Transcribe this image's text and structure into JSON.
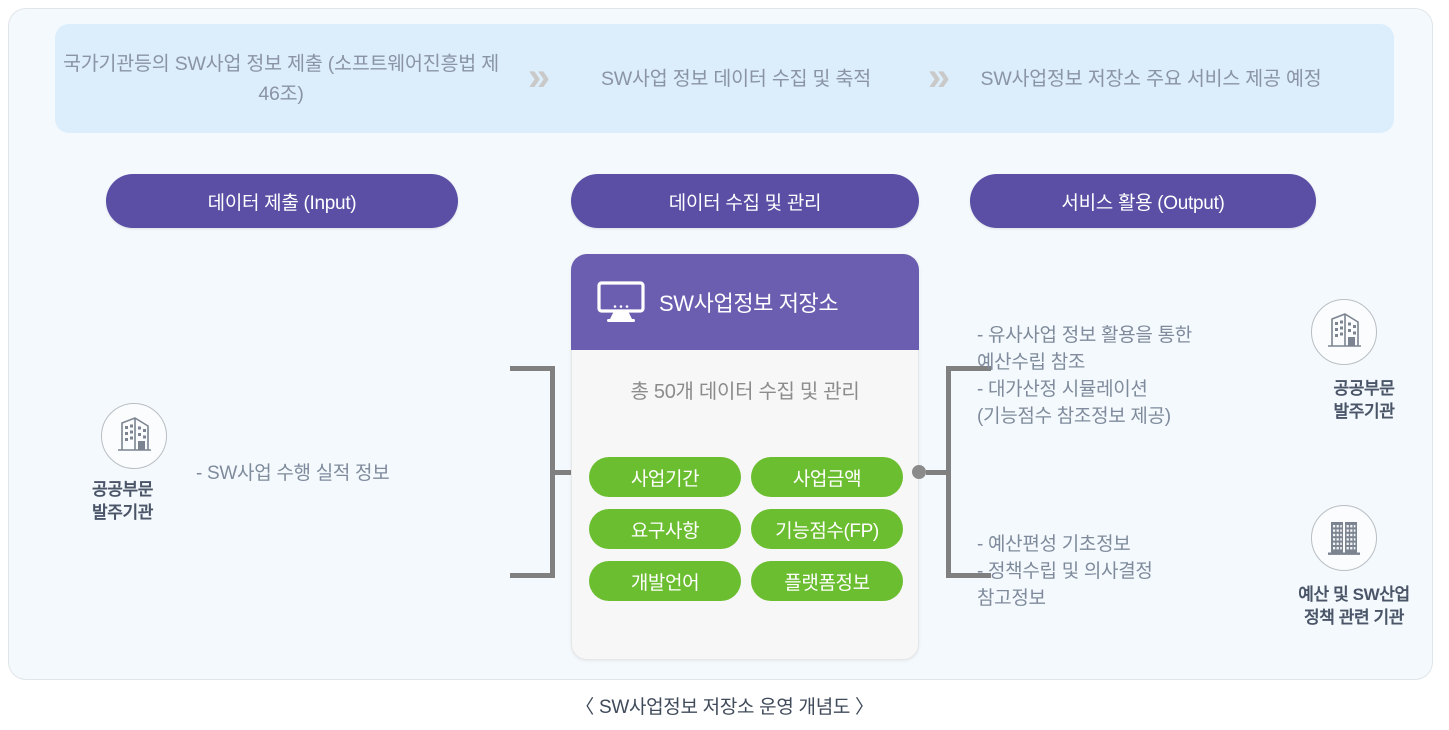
{
  "banner": {
    "steps": [
      "국가기관등의 SW사업 정보 제출\n(소프트웨어진흥법 제46조)",
      "SW사업 정보 데이터\n수집 및 축적",
      "SW사업정보 저장소\n주요 서비스 제공 예정"
    ],
    "arrow": "»"
  },
  "phases": [
    "데이터 제출 (Input)",
    "데이터 수집 및 관리",
    "서비스 활용 (Output)"
  ],
  "left": {
    "org_label": "공공부문\n발주기관",
    "note": "- SW사업 수행 실적 정보"
  },
  "card": {
    "title": "SW사업정보 저장소",
    "subtitle": "총 50개 데이터 수집 및 관리",
    "tags": [
      "사업기간",
      "사업금액",
      "요구사항",
      "기능점수(FP)",
      "개발언어",
      "플랫폼정보"
    ]
  },
  "right": {
    "note_top": "- 유사사업 정보 활용을 통한\n  예산수립 참조\n- 대가산정 시뮬레이션\n  (기능점수 참조정보 제공)",
    "note_bottom": "- 예산편성 기초정보\n- 정책수립 및 의사결정\n  참고정보",
    "org_top_label": "공공부문\n발주기관",
    "org_bottom_label": "예산 및 SW산업\n정책 관련 기관"
  },
  "caption": "〈 SW사업정보 저장소 운영 개념도 〉",
  "colors": {
    "purple": "#5b4fa5",
    "purple_head": "#6b5eb0",
    "green": "#6cbe31",
    "banner_bg": "#dcedfb",
    "frame_bg": "#f4f9fd"
  }
}
